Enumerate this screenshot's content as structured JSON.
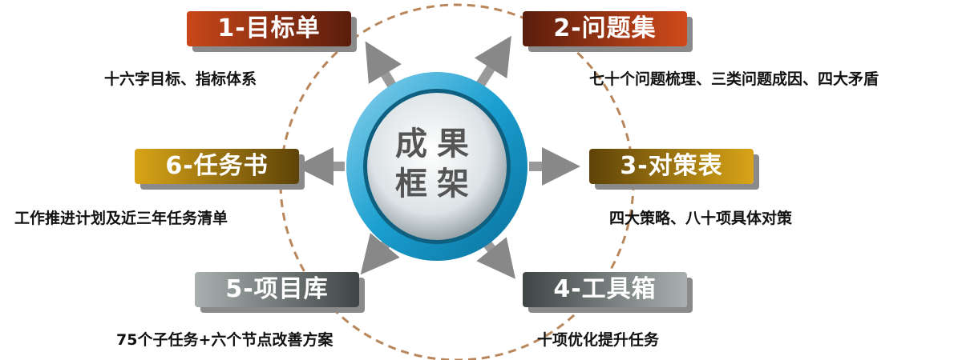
{
  "center": {
    "line1": "成果",
    "line2": "框架"
  },
  "items": [
    {
      "label": "1-目标单",
      "desc": "十六字目标、指标体系"
    },
    {
      "label": "2-问题集",
      "desc": "七十个问题梳理、三类问题成因、四大矛盾"
    },
    {
      "label": "3-对策表",
      "desc": "四大策略、八十项具体对策"
    },
    {
      "label": "4-工具箱",
      "desc": "十项优化提升任务"
    },
    {
      "label": "5-项目库",
      "desc": "75个子任务+六个节点改善方案"
    },
    {
      "label": "6-任务书",
      "desc": "工作推进计划及近三年任务清单"
    }
  ],
  "colors": {
    "ring": "#1a9fd0",
    "dashed": "#b8865a"
  }
}
